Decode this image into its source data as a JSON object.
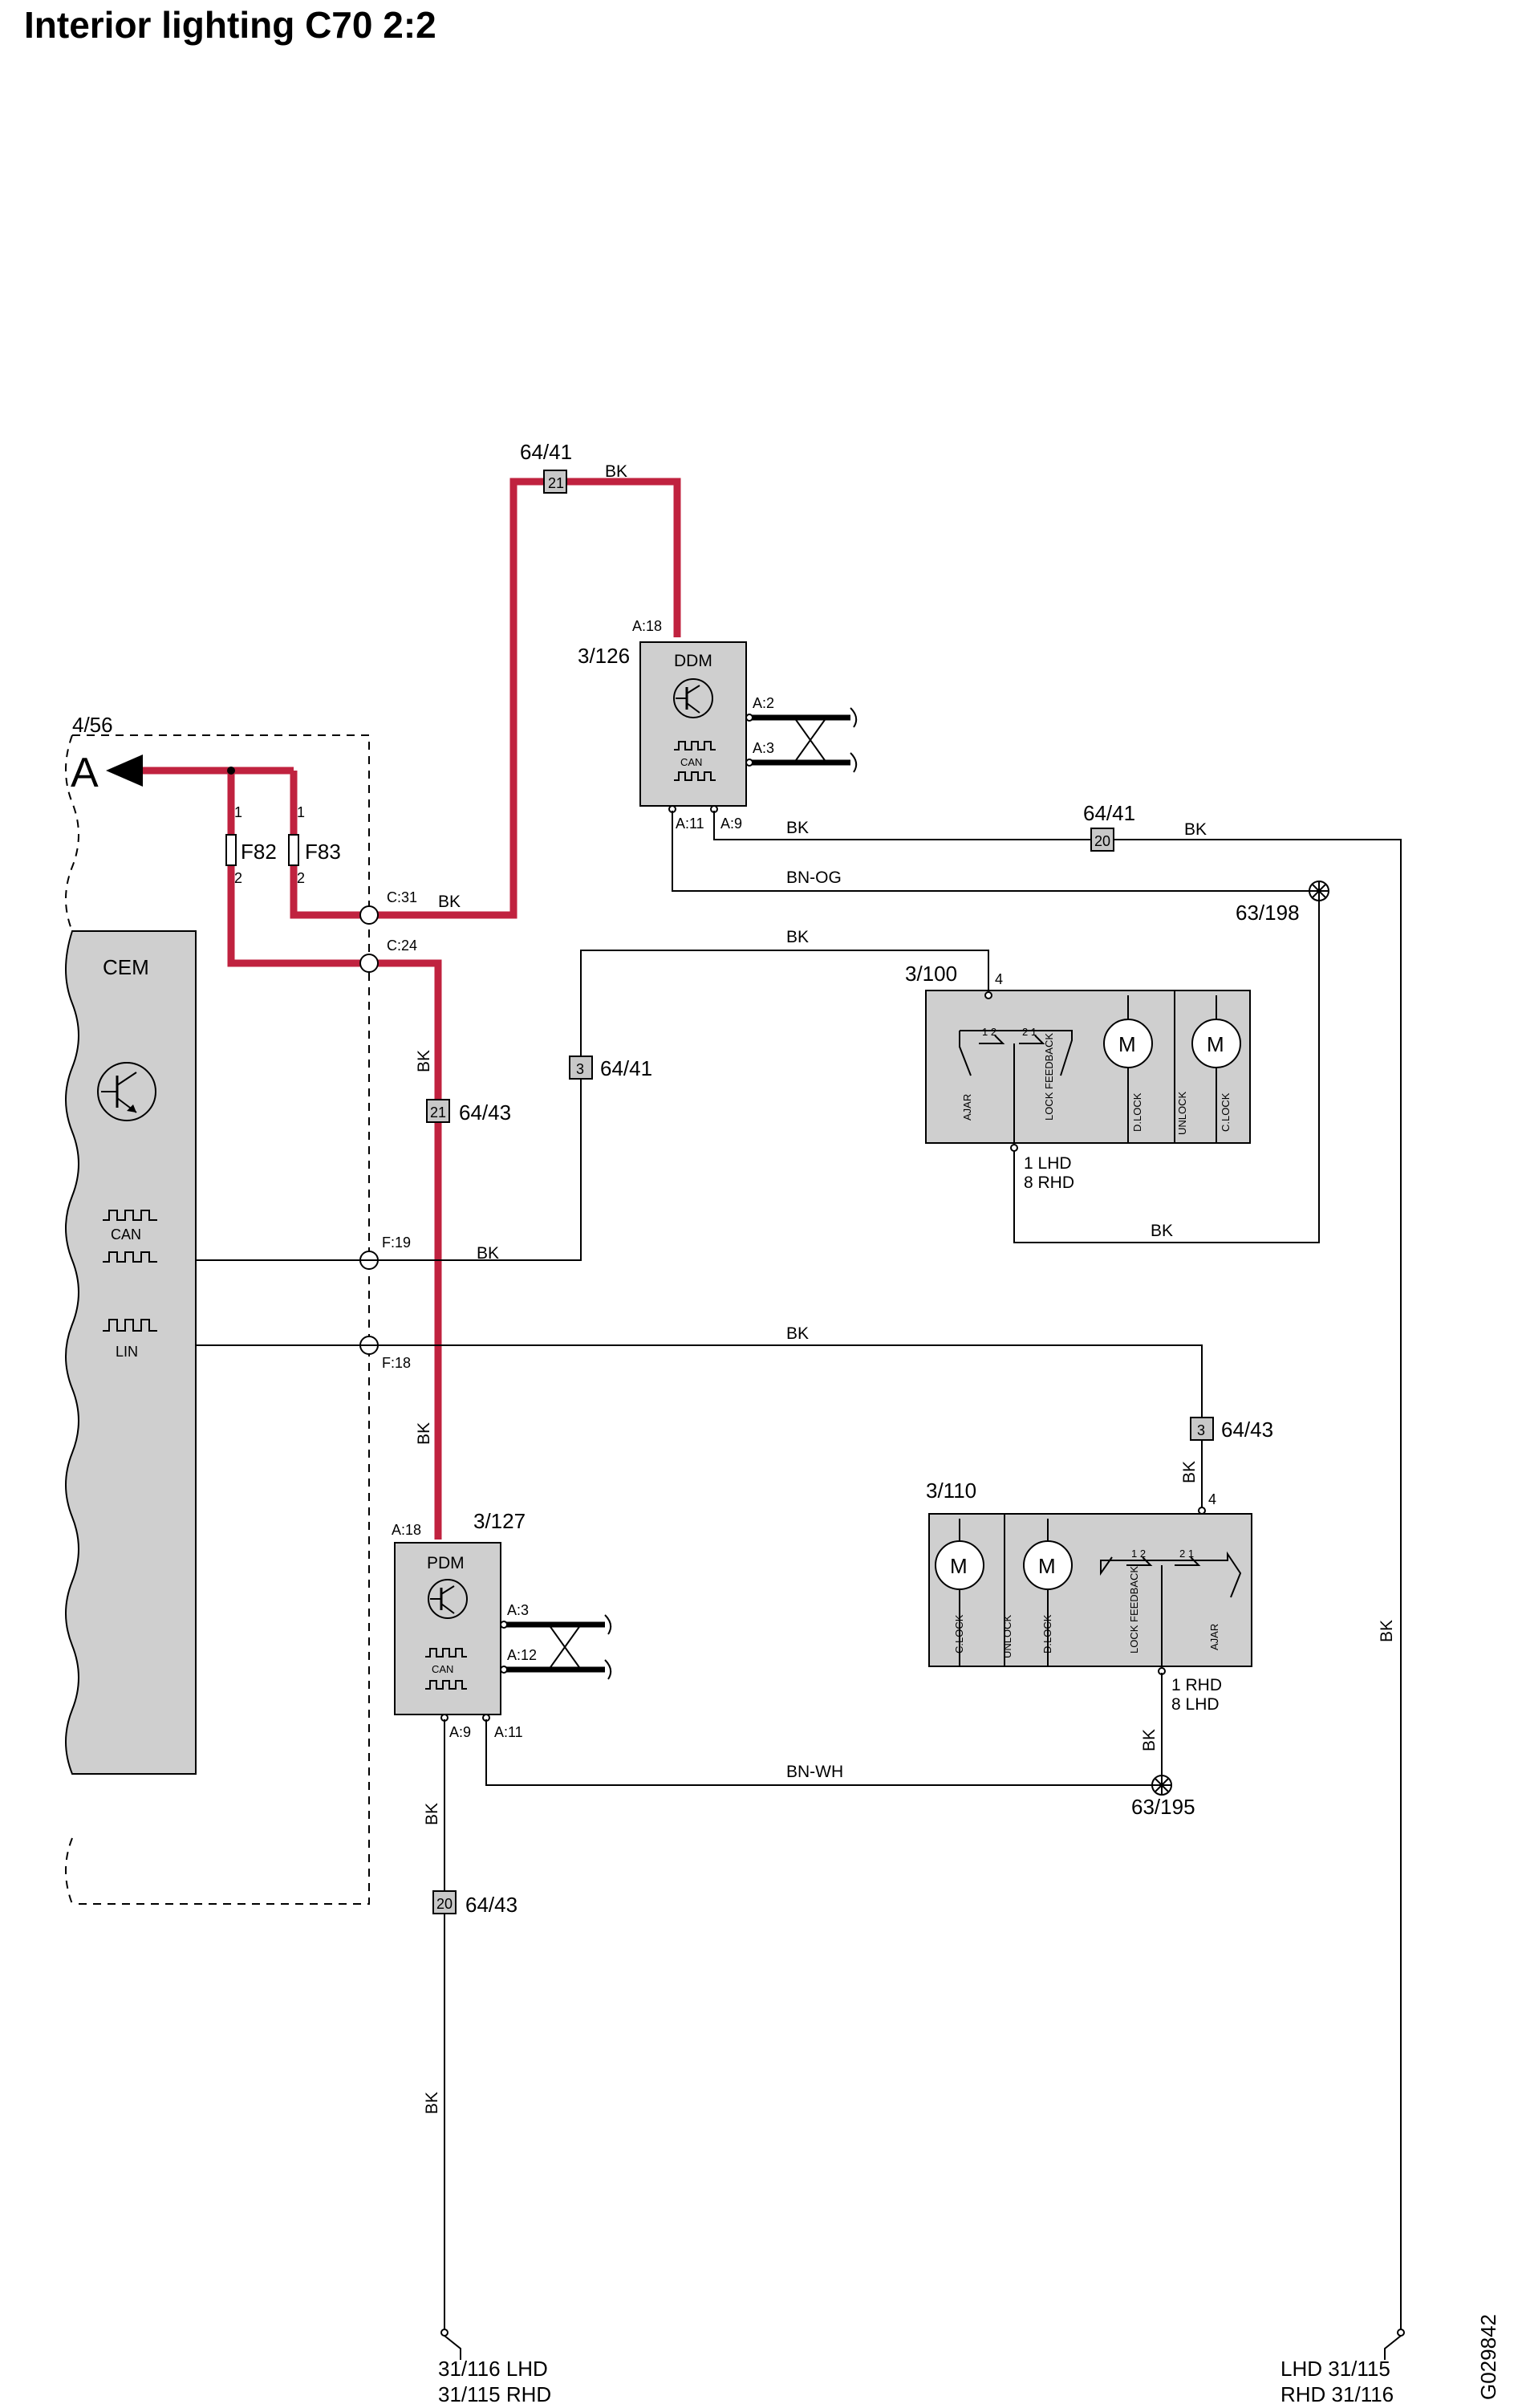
{
  "title": "Interior lighting C70 2:2",
  "diagram_id": "G029842",
  "connector_a": "A",
  "module_ref_cem": "4/56",
  "cem": {
    "name": "CEM",
    "can": "CAN",
    "lin": "LIN"
  },
  "fuses": {
    "f82": "F82",
    "f83": "F83",
    "pin1": "1",
    "pin2": "2"
  },
  "cem_pins": {
    "c31": "C:31",
    "c24": "C:24",
    "f19": "F:19",
    "f18": "F:18"
  },
  "ddm": {
    "ref": "3/126",
    "name": "DDM",
    "can": "CAN",
    "a18": "A:18",
    "a2": "A:2",
    "a3": "A:3",
    "a11": "A:11",
    "a9": "A:9"
  },
  "pdm": {
    "ref": "3/127",
    "name": "PDM",
    "can": "CAN",
    "a18": "A:18",
    "a3": "A:3",
    "a12": "A:12",
    "a9": "A:9",
    "a11": "A:11"
  },
  "lock_left": {
    "ref": "3/100",
    "pin4": "4",
    "pin_bottom_1": "1  LHD",
    "pin_bottom_2": "8  RHD",
    "ajar": "AJAR",
    "lock_feedback": "LOCK FEEDBACK",
    "dlock": "D.LOCK",
    "unlock": "UNLOCK",
    "clock": "C.LOCK",
    "motor": "M",
    "sw_a": "1 2",
    "sw_b": "2 1"
  },
  "lock_right": {
    "ref": "3/110",
    "pin4": "4",
    "pin_bottom_1": "1  RHD",
    "pin_bottom_2": "8  LHD",
    "ajar": "AJAR",
    "lock_feedback": "LOCK FEEDBACK",
    "dlock": "D.LOCK",
    "unlock": "UNLOCK",
    "clock": "C.LOCK",
    "motor": "M",
    "sw_a": "1 2",
    "sw_b": "2 1"
  },
  "connectors": {
    "c1": {
      "num": "21",
      "label": "64/41"
    },
    "c2": {
      "num": "21",
      "label": "64/43"
    },
    "c3": {
      "num": "3",
      "label": "64/41"
    },
    "c4": {
      "num": "20",
      "label": "64/41"
    },
    "c5": {
      "num": "3",
      "label": "64/43"
    },
    "c6": {
      "num": "20",
      "label": "64/43"
    }
  },
  "splices": {
    "s1": "63/198",
    "s2": "63/195"
  },
  "wires": {
    "bk": "BK",
    "bnog": "BN-OG",
    "bnwh": "BN-WH"
  },
  "grounds": {
    "left_1": "31/116 LHD",
    "left_2": "31/115 RHD",
    "right_1": "LHD 31/115",
    "right_2": "RHD 31/116"
  },
  "colors": {
    "power_wire": "#c0223f",
    "module_fill": "#cfcfcf",
    "connector_fill": "#c8c8c8"
  }
}
